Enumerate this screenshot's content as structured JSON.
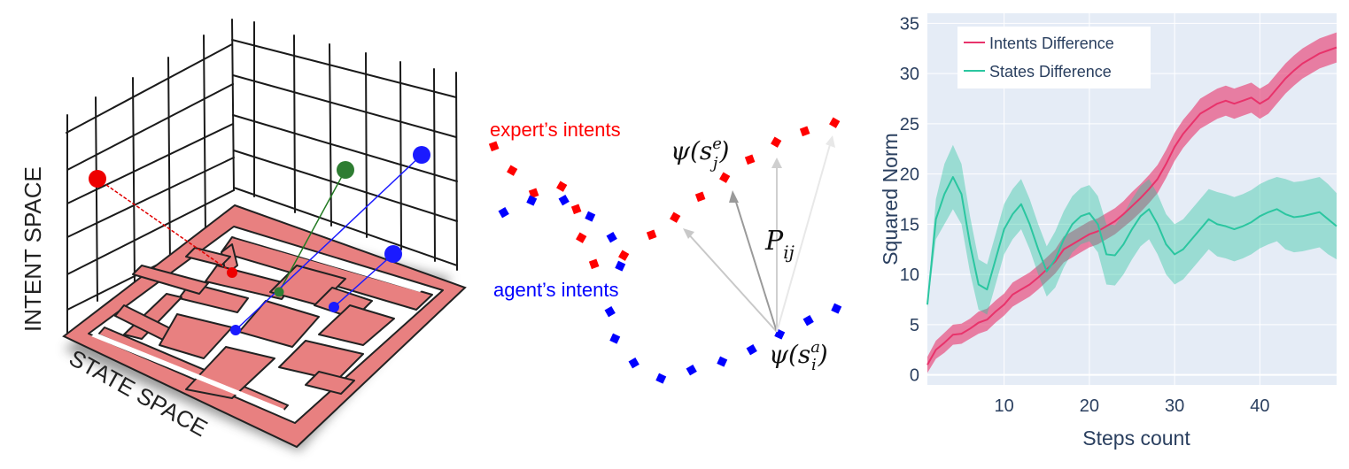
{
  "left_panel": {
    "y_axis_label": "INTENT SPACE",
    "x_axis_label": "STATE SPACE"
  },
  "middle_panel": {
    "expert_label": "expert’s intents",
    "agent_label": "agent’s intents",
    "psi_expert": {
      "base": "ψ(s",
      "sub": "j",
      "sup": "e",
      "close": ")"
    },
    "psi_agent": {
      "base": "ψ(s",
      "sub": "i",
      "sup": "a",
      "close": ")"
    },
    "projection": {
      "base": "P",
      "sub": "ij"
    },
    "colors": {
      "expert": "#ff0000",
      "agent": "#0000ff"
    }
  },
  "chart_data": {
    "type": "line",
    "x": [
      1,
      2,
      3,
      4,
      5,
      6,
      7,
      8,
      9,
      10,
      11,
      12,
      13,
      14,
      15,
      16,
      17,
      18,
      19,
      20,
      21,
      22,
      23,
      24,
      25,
      26,
      27,
      28,
      29,
      30,
      31,
      32,
      33,
      34,
      35,
      36,
      37,
      38,
      39,
      40,
      41,
      42,
      43,
      44,
      45,
      46,
      47,
      48,
      49
    ],
    "series": [
      {
        "name": "Intents Difference",
        "color": "#e8336b",
        "values": [
          1.0,
          2.5,
          3.2,
          4.0,
          4.1,
          4.6,
          5.2,
          5.5,
          6.3,
          7.0,
          8.0,
          8.5,
          9.0,
          9.7,
          10.5,
          11.3,
          12.5,
          13.0,
          13.5,
          14.0,
          14.3,
          14.8,
          15.3,
          16.0,
          16.8,
          17.6,
          18.5,
          19.5,
          21.0,
          22.7,
          24.0,
          25.0,
          26.0,
          26.5,
          27.0,
          27.3,
          27.0,
          27.3,
          27.6,
          27.0,
          27.5,
          28.5,
          29.5,
          30.3,
          31.0,
          31.5,
          32.0,
          32.3,
          32.6
        ],
        "band": [
          0.8,
          0.9,
          1.0,
          1.0,
          1.0,
          1.0,
          1.1,
          1.1,
          1.1,
          1.1,
          1.2,
          1.2,
          1.2,
          1.2,
          1.2,
          1.2,
          1.3,
          1.3,
          1.3,
          1.3,
          1.3,
          1.3,
          1.3,
          1.3,
          1.4,
          1.4,
          1.4,
          1.4,
          1.4,
          1.4,
          1.4,
          1.4,
          1.5,
          1.5,
          1.5,
          1.5,
          1.5,
          1.5,
          1.5,
          1.5,
          1.5,
          1.5,
          1.5,
          1.5,
          1.5,
          1.5,
          1.5,
          1.5,
          1.5
        ]
      },
      {
        "name": "States Difference",
        "color": "#2bc6a0",
        "values": [
          7.0,
          15.5,
          18.0,
          19.7,
          18.0,
          13.0,
          9.0,
          8.5,
          11.5,
          14.5,
          16.0,
          17.0,
          15.0,
          12.5,
          10.3,
          11.5,
          13.5,
          15.0,
          15.8,
          16.1,
          15.0,
          12.0,
          11.9,
          13.0,
          14.5,
          15.8,
          16.5,
          15.0,
          13.0,
          12.0,
          12.5,
          13.5,
          14.5,
          15.5,
          15.0,
          14.8,
          14.5,
          14.8,
          15.2,
          15.8,
          16.2,
          16.5,
          16.0,
          15.7,
          15.8,
          16.0,
          16.2,
          15.5,
          14.8
        ],
        "band": [
          0.3,
          2.0,
          3.0,
          3.2,
          3.0,
          2.8,
          2.5,
          2.5,
          2.5,
          2.5,
          2.5,
          2.5,
          2.5,
          2.5,
          2.5,
          2.8,
          2.8,
          2.8,
          2.8,
          2.8,
          2.8,
          3.0,
          3.0,
          3.0,
          3.0,
          3.0,
          3.0,
          3.0,
          3.0,
          3.0,
          3.0,
          3.0,
          3.0,
          3.0,
          3.2,
          3.2,
          3.2,
          3.2,
          3.2,
          3.2,
          3.2,
          3.2,
          3.5,
          3.5,
          3.5,
          3.5,
          3.5,
          3.5,
          3.3
        ]
      }
    ],
    "xlabel": "Steps count",
    "ylabel": "Squared Norm",
    "xlim": [
      1,
      49
    ],
    "ylim": [
      -1,
      36
    ],
    "xticks": [
      10,
      20,
      30,
      40
    ],
    "yticks": [
      0,
      5,
      10,
      15,
      20,
      25,
      30,
      35
    ],
    "grid": true,
    "legend_position": "top-left",
    "plot_background": "#e5ecf6",
    "axis_text_color": "#2a3f5f"
  }
}
